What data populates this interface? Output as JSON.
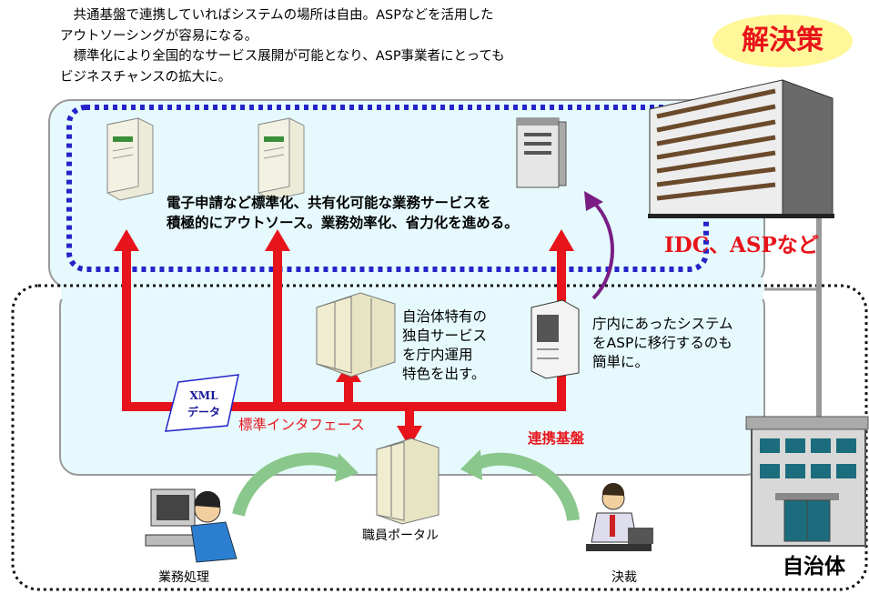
{
  "intro": {
    "line1": "共通基盤で連携していればシステムの場所は自由。ASPなどを活用した",
    "line2": "アウトソーシングが容易になる。",
    "line3": "標準化により全国的なサービス展開が可能となり、ASP事業者にとっても",
    "line4": "ビジネスチャンスの拡大に。"
  },
  "badge": "解決策",
  "outsource_text": {
    "line1": "電子申請など標準化、共有化可能な業務サービスを",
    "line2": "積極的にアウトソース。業務効率化、省力化を進める。"
  },
  "idc_label": "IDC、ASPなど",
  "local_service_text": {
    "line1": "自治体特有の",
    "line2": "独自サービス",
    "line3": "を庁内運用",
    "line4": "特色を出す。"
  },
  "migration_text": {
    "line1": "庁内にあったシステム",
    "line2": "をASPに移行するのも",
    "line3": "簡単に。"
  },
  "xml_tag": {
    "line1": "XML",
    "line2": "データ"
  },
  "standard_interface": "標準インタフェース",
  "renkei_kiban": "連携基盤",
  "portal_label": "職員ポータル",
  "work_label": "業務処理",
  "approval_label": "決裁",
  "jichitai_label": "自治体",
  "colors": {
    "red": "#e8141b",
    "purple": "#7a1e86",
    "blue_dots": "#2424c8",
    "panel": "#e6fafd"
  }
}
